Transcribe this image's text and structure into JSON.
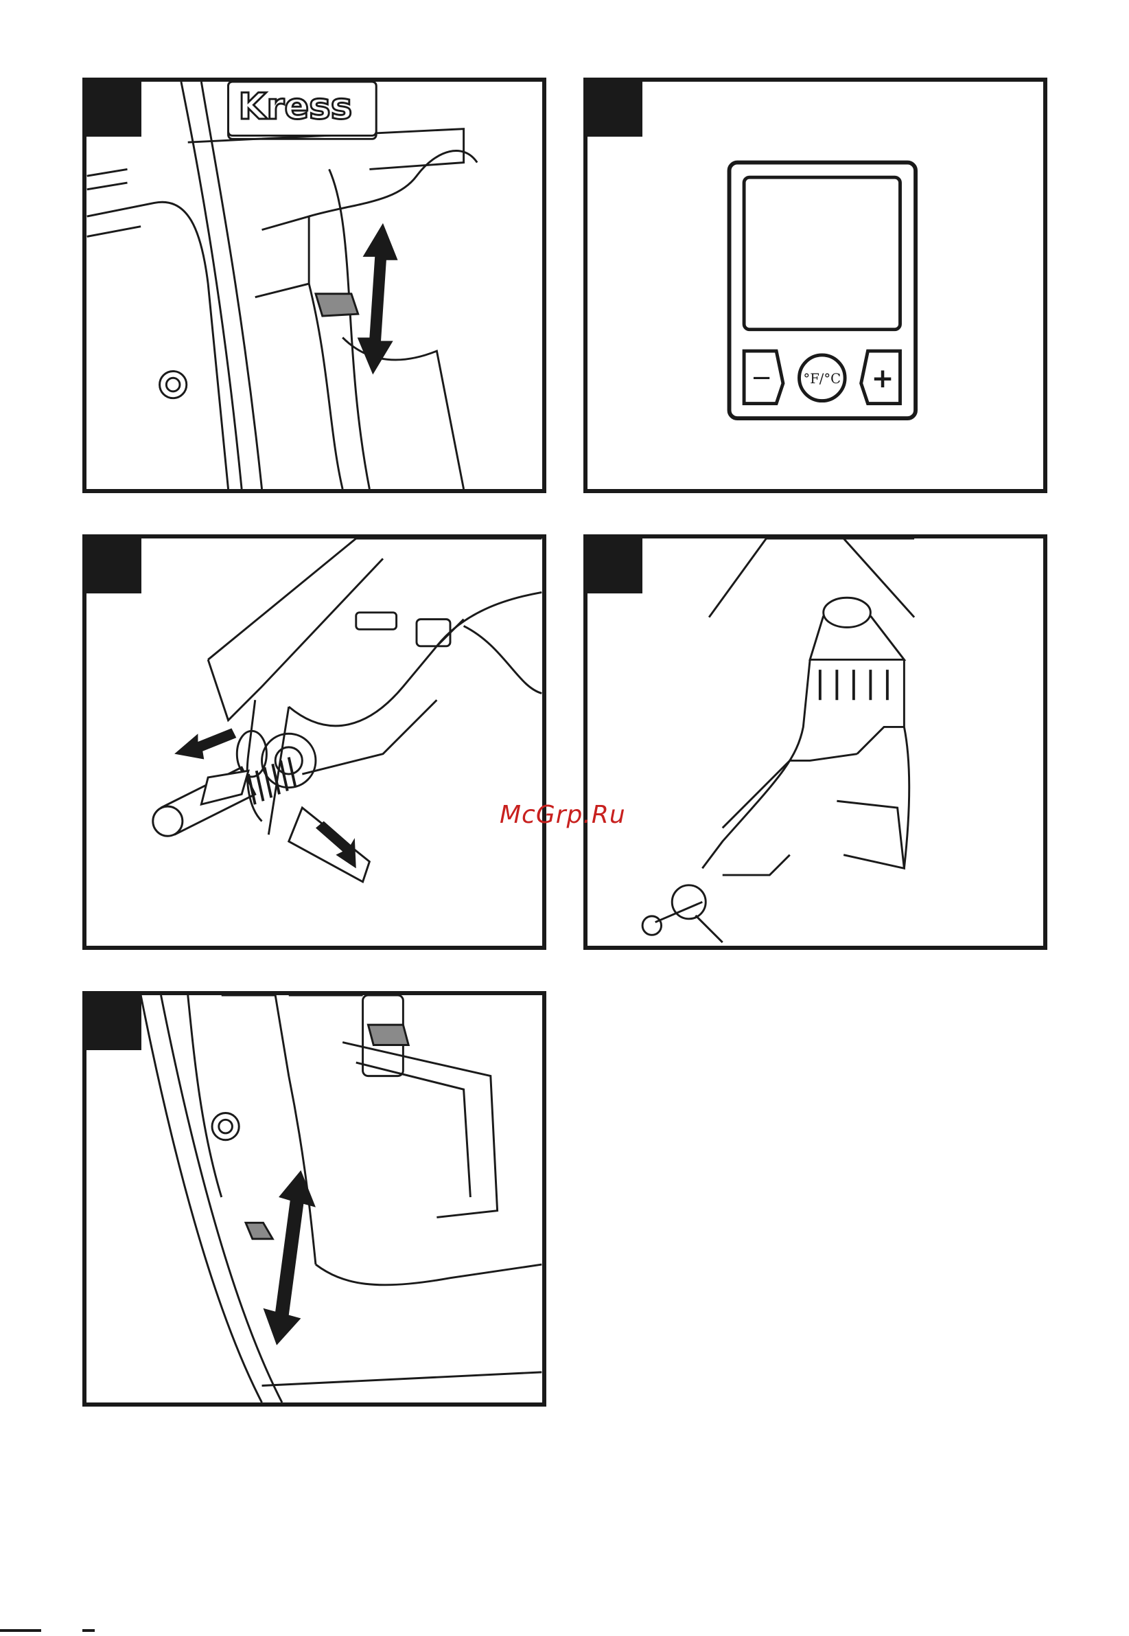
{
  "page": {
    "watermark": "McGrp.Ru"
  },
  "panels": [
    {
      "id": "handle-switch",
      "brand": "Kress"
    },
    {
      "id": "display-panel",
      "minus_label": "−",
      "unit_label": "°F/°C",
      "plus_label": "+"
    },
    {
      "id": "stand-lever"
    },
    {
      "id": "upright-stand"
    },
    {
      "id": "lock-slider"
    }
  ],
  "colors": {
    "ink": "#1a1a1a",
    "accent_grey": "#8a8a8a",
    "watermark": "#c8201e"
  }
}
